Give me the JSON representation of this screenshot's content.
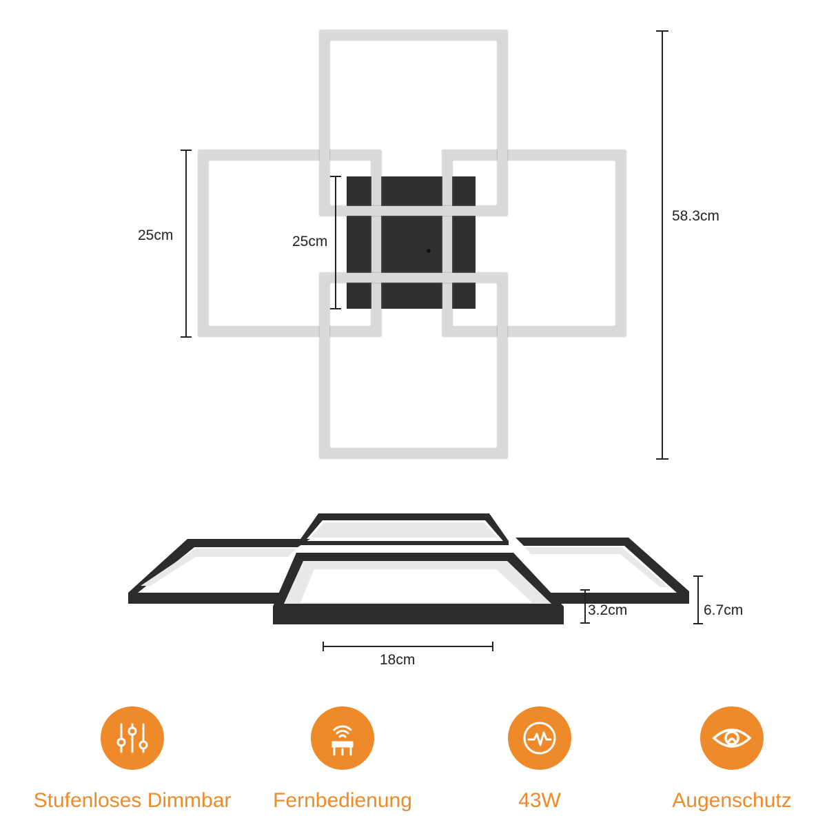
{
  "colors": {
    "accent": "#ef8a2a",
    "frame_light": "#d9d9d9",
    "frame_dark": "#2c2c2c",
    "mount_plate": "#303030",
    "dimension_line": "#222222"
  },
  "top_view": {
    "dim_outer_height": "58.3cm",
    "dim_side_square": "25cm",
    "dim_center_plate": "25cm"
  },
  "side_view": {
    "dim_base_height": "3.2cm",
    "dim_total_height": "6.7cm",
    "dim_base_width": "18cm"
  },
  "features": [
    {
      "icon": "sliders-icon",
      "label": "Stufenloses Dimmbar"
    },
    {
      "icon": "remote-control-icon",
      "label": "Fernbedienung"
    },
    {
      "icon": "power-pulse-icon",
      "label": "43W"
    },
    {
      "icon": "eye-icon",
      "label": "Augenschutz"
    }
  ]
}
